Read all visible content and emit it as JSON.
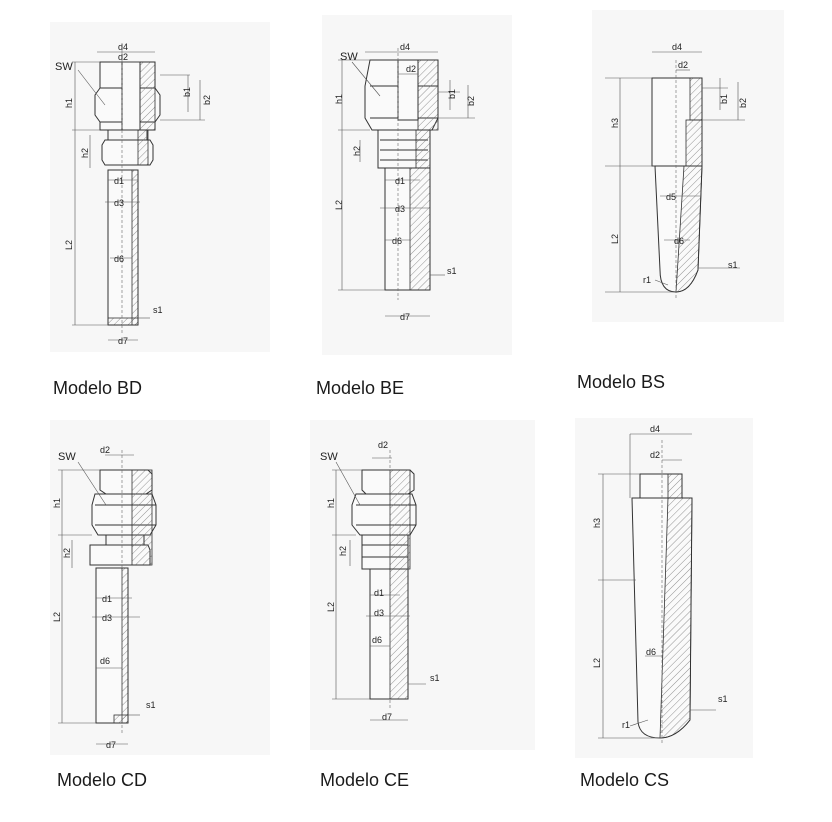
{
  "captions": {
    "bd": "Modelo BD",
    "be": "Modelo BE",
    "bs": "Modelo BS",
    "cd": "Modelo CD",
    "ce": "Modelo CE",
    "cs": "Modelo CS"
  },
  "labels": {
    "sw": "SW",
    "d1": "d1",
    "d2": "d2",
    "d3": "d3",
    "d4": "d4",
    "d5": "d5",
    "d6": "d6",
    "d7": "d7",
    "b1": "b1",
    "b2": "b2",
    "h1": "h1",
    "h2": "h2",
    "h3": "h3",
    "L2": "L2",
    "s1": "s1",
    "r1": "r1"
  }
}
